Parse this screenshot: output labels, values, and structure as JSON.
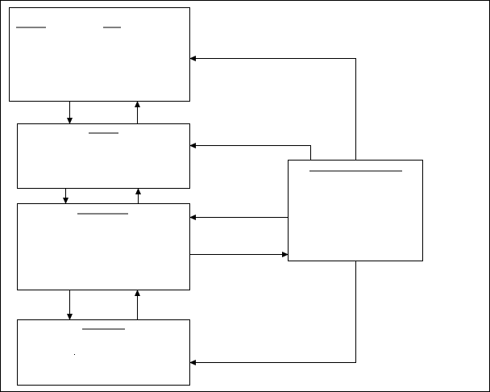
{
  "diagram": {
    "boxes": [
      {
        "id": "box-top"
      },
      {
        "id": "box-second"
      },
      {
        "id": "box-third"
      },
      {
        "id": "box-bottom"
      },
      {
        "id": "box-right"
      }
    ],
    "connections": [
      {
        "from": "box-top",
        "to": "box-second"
      },
      {
        "from": "box-second",
        "to": "box-top"
      },
      {
        "from": "box-second",
        "to": "box-third"
      },
      {
        "from": "box-third",
        "to": "box-second"
      },
      {
        "from": "box-third",
        "to": "box-bottom"
      },
      {
        "from": "box-bottom",
        "to": "box-third"
      },
      {
        "from": "box-right",
        "to": "box-top"
      },
      {
        "from": "box-right",
        "to": "box-second"
      },
      {
        "from": "box-right",
        "to": "box-third"
      },
      {
        "from": "box-third",
        "to": "box-right"
      },
      {
        "from": "box-right",
        "to": "box-bottom"
      }
    ],
    "line_color": "#000000",
    "background": "#ffffff"
  }
}
